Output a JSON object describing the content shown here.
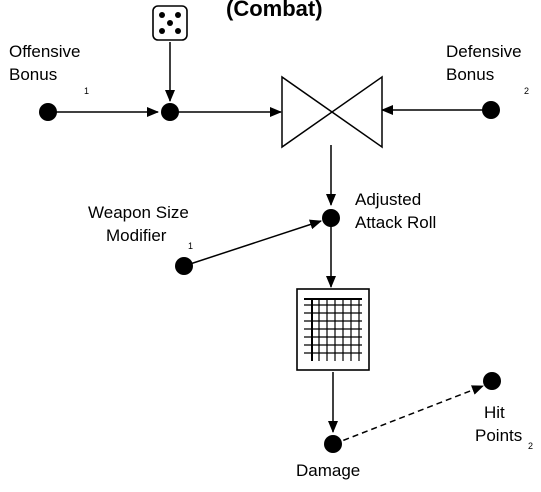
{
  "diagram": {
    "title": "(Combat)",
    "nodes": {
      "offensive_bonus": {
        "lines": [
          "Offensive",
          "Bonus"
        ],
        "subscript": "1"
      },
      "defensive_bonus": {
        "lines": [
          "Defensive",
          "Bonus"
        ],
        "subscript": "2"
      },
      "weapon_size_modifier": {
        "lines": [
          "Weapon Size",
          "Modifier"
        ],
        "subscript": "1"
      },
      "adjusted_attack_roll": {
        "lines": [
          "Adjusted",
          "Attack Roll"
        ]
      },
      "damage": {
        "label": "Damage"
      },
      "hit_points": {
        "lines": [
          "Hit",
          "Points"
        ],
        "subscript": "2"
      }
    },
    "icons": {
      "dice": "dice-icon",
      "converter": "bowtie-converter-icon",
      "table": "grid-table-icon"
    },
    "colors": {
      "stroke": "#000000",
      "background": "#ffffff"
    }
  }
}
